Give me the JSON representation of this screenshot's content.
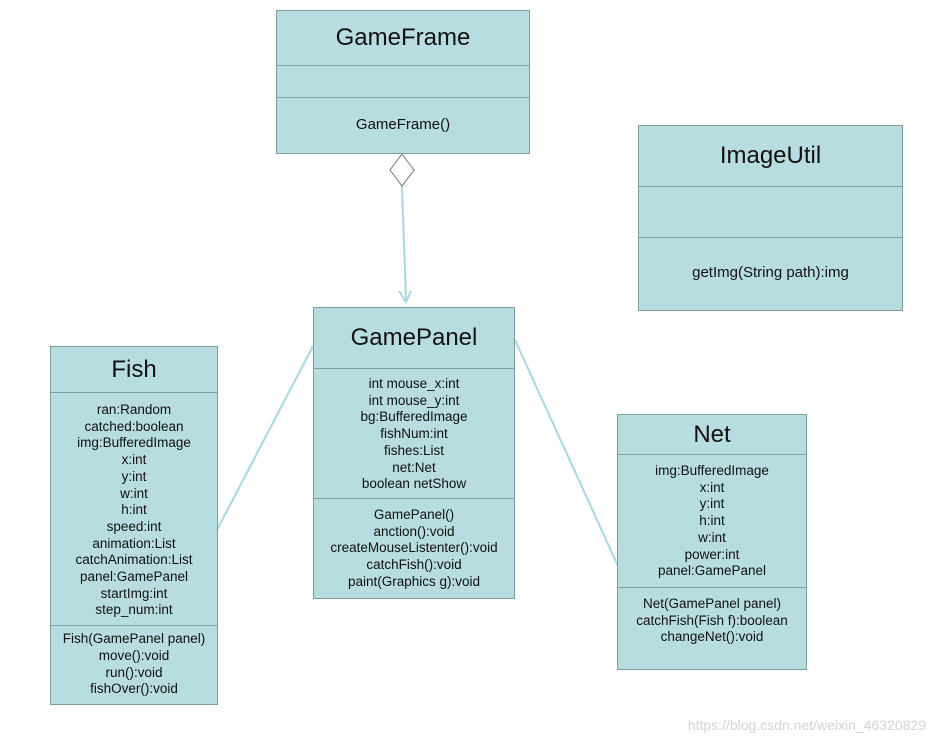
{
  "classes": {
    "gameframe": {
      "name": "GameFrame",
      "attributes": [],
      "methods": [
        "GameFrame()"
      ]
    },
    "imageutil": {
      "name": "ImageUtil",
      "attributes": [],
      "methods": [
        "getImg(String path):img"
      ]
    },
    "gamepanel": {
      "name": "GamePanel",
      "attributes": [
        "int mouse_x:int",
        "int mouse_y:int",
        "bg:BufferedImage",
        "fishNum:int",
        "fishes:List",
        "net:Net",
        "boolean netShow"
      ],
      "methods": [
        "GamePanel()",
        "anction():void",
        "createMouseListenter():void",
        "catchFish():void",
        "paint(Graphics g):void"
      ]
    },
    "fish": {
      "name": "Fish",
      "attributes": [
        "ran:Random",
        "catched:boolean",
        "img:BufferedImage",
        "x:int",
        "y:int",
        "w:int",
        "h:int",
        "speed:int",
        "animation:List",
        "catchAnimation:List",
        "panel:GamePanel",
        "startImg:int",
        "step_num:int"
      ],
      "methods": [
        "Fish(GamePanel panel)",
        "move():void",
        "run():void",
        "fishOver():void"
      ]
    },
    "net": {
      "name": "Net",
      "attributes": [
        "img:BufferedImage",
        "x:int",
        "y:int",
        "h:int",
        "w:int",
        "power:int",
        "panel:GamePanel"
      ],
      "methods": [
        "Net(GamePanel panel)",
        "catchFish(Fish f):boolean",
        "changeNet():void"
      ]
    }
  },
  "watermark": "https://blog.csdn.net/weixin_46320829",
  "colors": {
    "box_fill": "#b7dde1",
    "box_border": "#7f9ea2",
    "connector": "#a9d8de"
  }
}
